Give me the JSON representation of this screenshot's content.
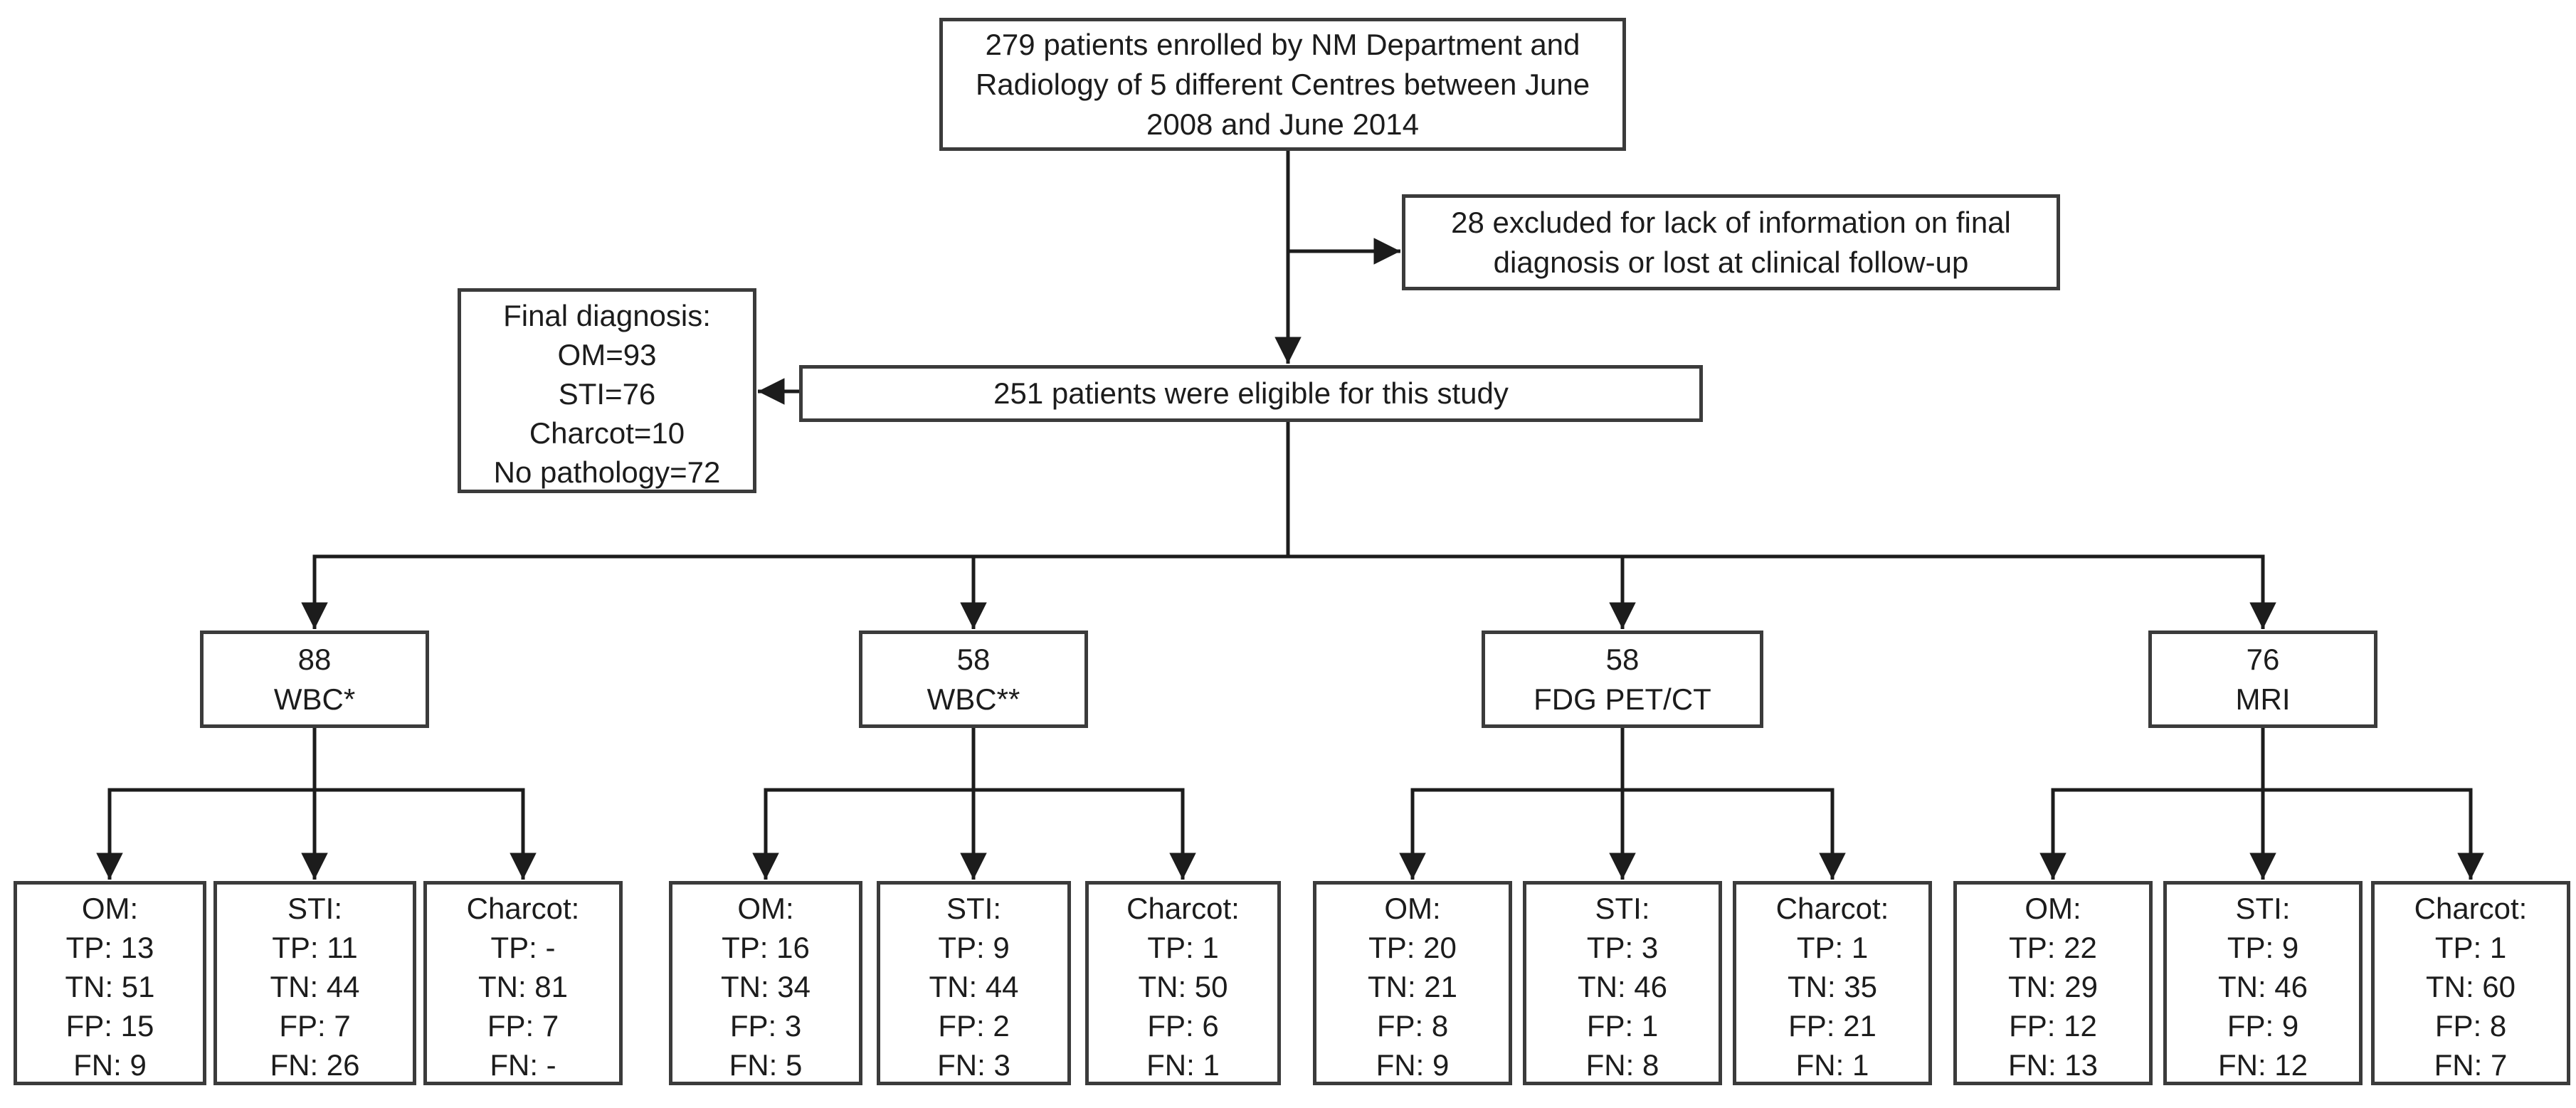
{
  "diagram": {
    "title_semantic": "Patient enrollment and diagnostic modality flowchart",
    "colors": {
      "background": "#ffffff",
      "box_border": "#3b3b3b",
      "line": "#1c1c1c",
      "text": "#1c1c1c"
    },
    "top_box": {
      "text": "279 patients enrolled by NM Department and Radiology of 5 different Centres between June 2008 and June 2014"
    },
    "excluded_box": {
      "text": "28 excluded for lack of information on final diagnosis or lost at clinical follow-up"
    },
    "final_diagnosis_box": {
      "lines": [
        "Final diagnosis:",
        "OM=93",
        "STI=76",
        "Charcot=10",
        "No pathology=72"
      ]
    },
    "eligible_box": {
      "text": "251 patients were eligible for this study"
    },
    "branches": [
      {
        "count": "88",
        "modality": "WBC*",
        "leaves": [
          {
            "lines": [
              "OM:",
              "TP: 13",
              "TN: 51",
              "FP: 15",
              "FN: 9"
            ]
          },
          {
            "lines": [
              "STI:",
              "TP: 11",
              "TN: 44",
              "FP: 7",
              "FN: 26"
            ]
          },
          {
            "lines": [
              "Charcot:",
              "TP: -",
              "TN: 81",
              "FP: 7",
              "FN: -"
            ]
          }
        ]
      },
      {
        "count": "58",
        "modality": "WBC**",
        "leaves": [
          {
            "lines": [
              "OM:",
              "TP: 16",
              "TN: 34",
              "FP: 3",
              "FN: 5"
            ]
          },
          {
            "lines": [
              "STI:",
              "TP: 9",
              "TN: 44",
              "FP: 2",
              "FN: 3"
            ]
          },
          {
            "lines": [
              "Charcot:",
              "TP: 1",
              "TN: 50",
              "FP: 6",
              "FN: 1"
            ]
          }
        ]
      },
      {
        "count": "58",
        "modality": "FDG PET/CT",
        "leaves": [
          {
            "lines": [
              "OM:",
              "TP: 20",
              "TN: 21",
              "FP: 8",
              "FN: 9"
            ]
          },
          {
            "lines": [
              "STI:",
              "TP: 3",
              "TN: 46",
              "FP: 1",
              "FN: 8"
            ]
          },
          {
            "lines": [
              "Charcot:",
              "TP: 1",
              "TN: 35",
              "FP: 21",
              "FN: 1"
            ]
          }
        ]
      },
      {
        "count": "76",
        "modality": "MRI",
        "leaves": [
          {
            "lines": [
              "OM:",
              "TP: 22",
              "TN: 29",
              "FP: 12",
              "FN: 13"
            ]
          },
          {
            "lines": [
              "STI:",
              "TP: 9",
              "TN: 46",
              "FP: 9",
              "FN: 12"
            ]
          },
          {
            "lines": [
              "Charcot:",
              "TP: 1",
              "TN: 60",
              "FP: 8",
              "FN: 7"
            ]
          }
        ]
      }
    ]
  }
}
